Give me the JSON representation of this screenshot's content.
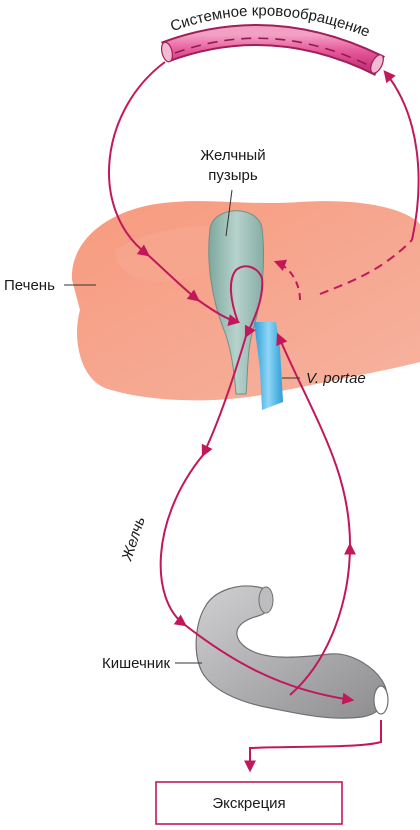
{
  "labels": {
    "systemic_circulation": "Системное кровообращение",
    "gallbladder_line1": "Желчный",
    "gallbladder_line2": "пузырь",
    "liver": "Печень",
    "portal_vein": "V. portae",
    "bile": "Желчь",
    "intestine": "Кишечник",
    "excretion": "Экскреция"
  },
  "colors": {
    "pathway": "#c2185b",
    "vessel": "#e75a9b",
    "liver": "#f3846a",
    "gallbladder": "#8fb7ad",
    "portal_vein": "#45b4e6",
    "intestine": "#a7a7a9"
  }
}
